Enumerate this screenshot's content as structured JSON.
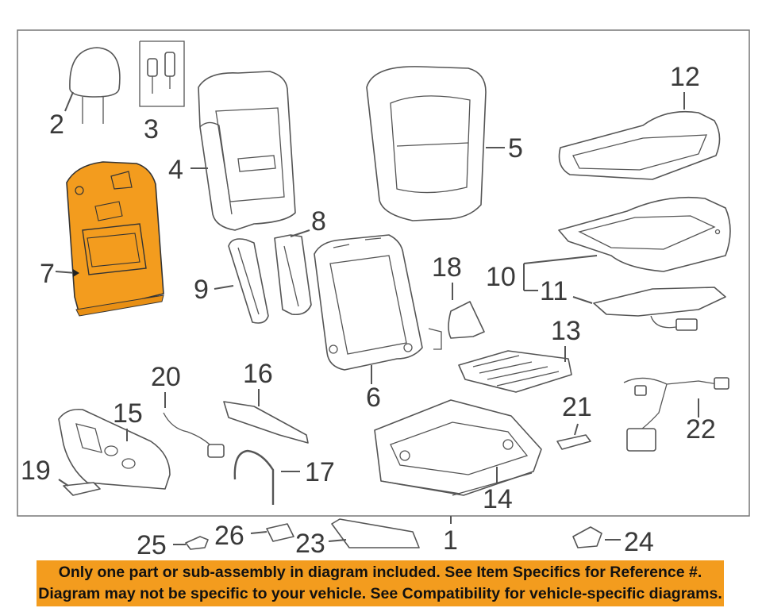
{
  "callouts": {
    "c1": "1",
    "c2": "2",
    "c3": "3",
    "c4": "4",
    "c5": "5",
    "c6": "6",
    "c7": "7",
    "c8": "8",
    "c9": "9",
    "c10": "10",
    "c11": "11",
    "c12": "12",
    "c13": "13",
    "c14": "14",
    "c15": "15",
    "c16": "16",
    "c17": "17",
    "c18": "18",
    "c19": "19",
    "c20": "20",
    "c21": "21",
    "c22": "22",
    "c23": "23",
    "c24": "24",
    "c25": "25",
    "c26": "26"
  },
  "highlight": {
    "part": "7",
    "color": "#f39c1e"
  },
  "disclaimer": {
    "line1": "Only one part or sub-assembly in diagram included. See Item Specifics for Reference #.",
    "line2": "Diagram may not be specific to your vehicle. See Compatibility for vehicle-specific diagrams.",
    "background": "#f39c1e"
  }
}
